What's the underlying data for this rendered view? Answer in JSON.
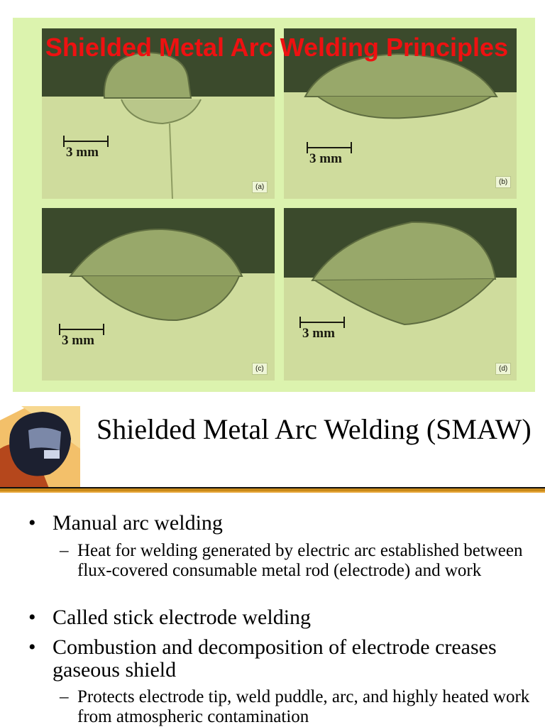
{
  "slide_top": {
    "title": "Shielded Metal Arc Welding Principles",
    "panels": [
      {
        "label": "(a)",
        "scale": "3 mm"
      },
      {
        "label": "(b)",
        "scale": "3 mm"
      },
      {
        "label": "(c)",
        "scale": "3 mm"
      },
      {
        "label": "(d)",
        "scale": "3 mm"
      }
    ]
  },
  "slide_bottom": {
    "title": "Shielded Metal Arc Welding (SMAW)",
    "bullets": [
      {
        "text": "Manual arc welding",
        "sub": [
          "Heat for welding generated by electric arc established between flux-covered consumable metal rod (electrode) and work"
        ]
      },
      {
        "text": "Called stick electrode welding",
        "sub": []
      },
      {
        "text": "Combustion and decomposition of electrode creases gaseous shield",
        "sub": [
          "Protects electrode tip, weld puddle, arc, and highly heated work from atmospheric contamination"
        ]
      }
    ]
  },
  "colors": {
    "overlay_title": "#ee1111",
    "frame": "#dcf3ae",
    "rule": "#c98a1a"
  }
}
